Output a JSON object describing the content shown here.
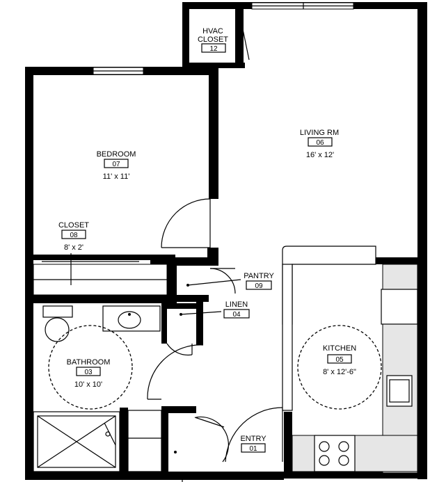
{
  "rooms": {
    "hvac": {
      "name_line1": "HVAC",
      "name_line2": "CLOSET",
      "number": "12"
    },
    "living": {
      "name": "LIVING RM",
      "number": "06",
      "dims": "16' x 12'"
    },
    "bedroom": {
      "name": "BEDROOM",
      "number": "07",
      "dims": "11' x 11'"
    },
    "closet": {
      "name": "CLOSET",
      "number": "08",
      "dims": "8' x 2'"
    },
    "pantry": {
      "name": "PANTRY",
      "number": "09"
    },
    "linen": {
      "name": "LINEN",
      "number": "04"
    },
    "bathroom": {
      "name": "BATHROOM",
      "number": "03",
      "dims": "10' x 10'"
    },
    "kitchen": {
      "name": "KITCHEN",
      "number": "05",
      "dims": "8' x 12'-6\""
    },
    "entry": {
      "name": "ENTRY",
      "number": "01"
    }
  }
}
